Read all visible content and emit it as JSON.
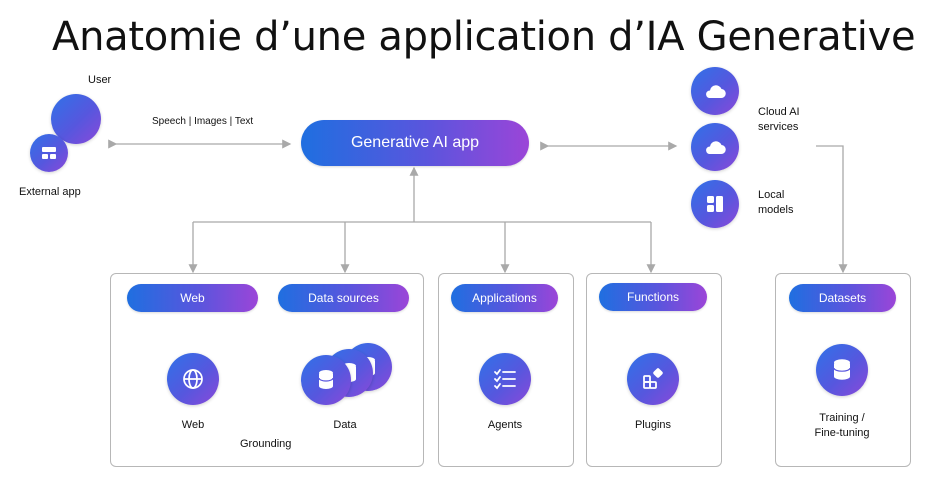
{
  "title": "Anatomie d’une application d’IA Generative",
  "left": {
    "user_label": "User",
    "external_label": "External app",
    "io_label": "Speech | Images | Text"
  },
  "center": {
    "app_label": "Generative AI app"
  },
  "right": {
    "cloud_label_line1": "Cloud AI",
    "cloud_label_line2": "services",
    "local_label_line1": "Local",
    "local_label_line2": "models"
  },
  "panels": {
    "grounding": {
      "caption": "Grounding",
      "web": {
        "pill": "Web",
        "label": "Web"
      },
      "data": {
        "pill": "Data sources",
        "label": "Data"
      }
    },
    "applications": {
      "pill": "Applications",
      "label": "Agents"
    },
    "functions": {
      "pill": "Functions",
      "label": "Plugins"
    },
    "datasets": {
      "pill": "Datasets",
      "label_line1": "Training /",
      "label_line2": "Fine-tuning"
    }
  },
  "colors": {
    "gradient_start": "#1f6fe0",
    "gradient_end": "#9b45d8",
    "connector": "#a9a9a9",
    "panel_border": "#b7b7b7"
  },
  "icons": {
    "external_app": "dashboard-icon",
    "cloud": "cloud-icon",
    "local_models": "grid-blocks-icon",
    "web": "globe-icon",
    "data": "database-icon",
    "agents": "checklist-icon",
    "plugins": "plugin-blocks-icon",
    "datasets": "database-icon"
  }
}
